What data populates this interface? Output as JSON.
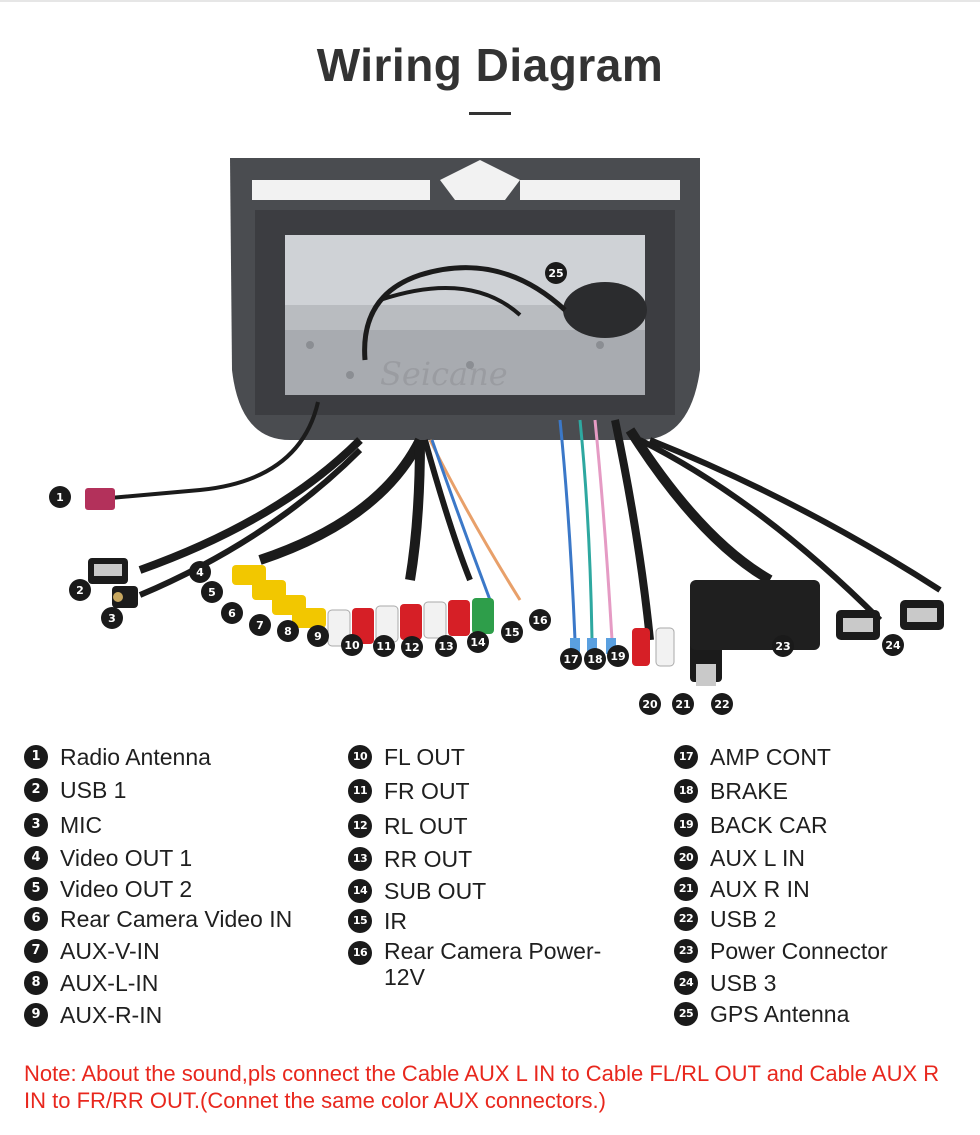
{
  "title": "Wiring Diagram",
  "watermark": "Seicane",
  "legend": {
    "col1": [
      {
        "num": "1",
        "label": "Radio Antenna"
      },
      {
        "num": "2",
        "label": "USB 1"
      },
      {
        "num": "3",
        "label": "MIC"
      },
      {
        "num": "4",
        "label": "Video OUT 1"
      },
      {
        "num": "5",
        "label": "Video OUT 2"
      },
      {
        "num": "6",
        "label": "Rear Camera Video IN"
      },
      {
        "num": "7",
        "label": "AUX-V-IN"
      },
      {
        "num": "8",
        "label": "AUX-L-IN"
      },
      {
        "num": "9",
        "label": "AUX-R-IN"
      }
    ],
    "col2": [
      {
        "num": "10",
        "label": "FL OUT"
      },
      {
        "num": "11",
        "label": "FR OUT"
      },
      {
        "num": "12",
        "label": "RL OUT"
      },
      {
        "num": "13",
        "label": "RR OUT"
      },
      {
        "num": "14",
        "label": "SUB OUT"
      },
      {
        "num": "15",
        "label": "IR"
      },
      {
        "num": "16",
        "label": "Rear Camera Power-12V"
      }
    ],
    "col3": [
      {
        "num": "17",
        "label": "AMP CONT"
      },
      {
        "num": "18",
        "label": "BRAKE"
      },
      {
        "num": "19",
        "label": "BACK CAR"
      },
      {
        "num": "20",
        "label": "AUX L IN"
      },
      {
        "num": "21",
        "label": "AUX R IN"
      },
      {
        "num": "22",
        "label": "USB 2"
      },
      {
        "num": "23",
        "label": "Power Connector"
      },
      {
        "num": "24",
        "label": "USB 3"
      },
      {
        "num": "25",
        "label": "GPS Antenna"
      }
    ]
  },
  "callouts": [
    "1",
    "2",
    "3",
    "4",
    "5",
    "6",
    "7",
    "8",
    "9",
    "10",
    "11",
    "12",
    "13",
    "14",
    "15",
    "16",
    "17",
    "18",
    "19",
    "20",
    "21",
    "22",
    "23",
    "24",
    "25"
  ],
  "note": "Note: About the sound,pls connect the Cable AUX L IN to Cable FL/RL OUT and Cable AUX R IN to  FR/RR OUT.(Connet the same color AUX connectors.)",
  "colors": {
    "note": "#e8271d",
    "badge": "#1a1a1a",
    "frame": "#4a4c50",
    "rca_red": "#d61f26",
    "rca_white": "#f2f2f2",
    "rca_yellow": "#f2c700",
    "rca_green": "#2e9e4a"
  }
}
